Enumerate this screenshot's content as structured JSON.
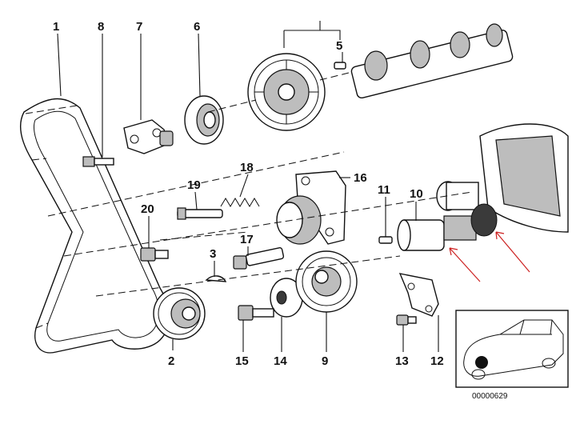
{
  "diagram": {
    "callouts": [
      {
        "id": "c1",
        "label": "1"
      },
      {
        "id": "c8",
        "label": "8"
      },
      {
        "id": "c7",
        "label": "7"
      },
      {
        "id": "c6",
        "label": "6"
      },
      {
        "id": "c5",
        "label": "5"
      },
      {
        "id": "c18",
        "label": "18"
      },
      {
        "id": "c19",
        "label": "19"
      },
      {
        "id": "c16",
        "label": "16"
      },
      {
        "id": "c20",
        "label": "20"
      },
      {
        "id": "c11",
        "label": "11"
      },
      {
        "id": "c10",
        "label": "10"
      },
      {
        "id": "c17",
        "label": "17"
      },
      {
        "id": "c3",
        "label": "3"
      },
      {
        "id": "c2",
        "label": "2"
      },
      {
        "id": "c15",
        "label": "15"
      },
      {
        "id": "c14",
        "label": "14"
      },
      {
        "id": "c9",
        "label": "9"
      },
      {
        "id": "c13",
        "label": "13"
      },
      {
        "id": "c12",
        "label": "12"
      }
    ],
    "reference_number": "00000629",
    "colors": {
      "ink": "#111111",
      "background": "#ffffff",
      "arrow": "#cc2020",
      "location_dot": "#111111"
    }
  }
}
